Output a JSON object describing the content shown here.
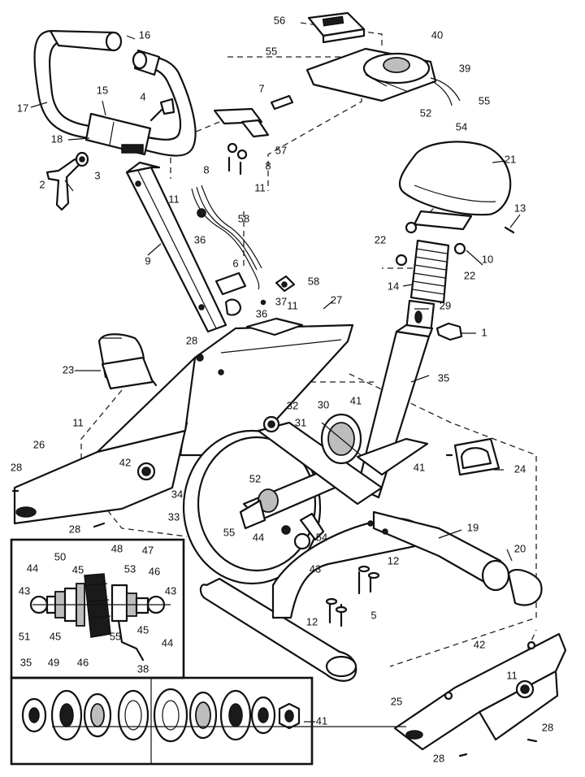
{
  "callouts": [
    {
      "id": "c1",
      "text": "1"
    },
    {
      "id": "c2",
      "text": "2"
    },
    {
      "id": "c3",
      "text": "3"
    },
    {
      "id": "c4",
      "text": "4"
    },
    {
      "id": "c5",
      "text": "5"
    },
    {
      "id": "c6",
      "text": "6"
    },
    {
      "id": "c7",
      "text": "7"
    },
    {
      "id": "c8a",
      "text": "8"
    },
    {
      "id": "c8b",
      "text": "8"
    },
    {
      "id": "c9",
      "text": "9"
    },
    {
      "id": "c10",
      "text": "10"
    },
    {
      "id": "c11a",
      "text": "11"
    },
    {
      "id": "c11b",
      "text": "11"
    },
    {
      "id": "c11c",
      "text": "11"
    },
    {
      "id": "c11d",
      "text": "11"
    },
    {
      "id": "c11e",
      "text": "11"
    },
    {
      "id": "c12a",
      "text": "12"
    },
    {
      "id": "c12b",
      "text": "12"
    },
    {
      "id": "c13",
      "text": "13"
    },
    {
      "id": "c14",
      "text": "14"
    },
    {
      "id": "c15",
      "text": "15"
    },
    {
      "id": "c16",
      "text": "16"
    },
    {
      "id": "c17",
      "text": "17"
    },
    {
      "id": "c18",
      "text": "18"
    },
    {
      "id": "c19",
      "text": "19"
    },
    {
      "id": "c20",
      "text": "20"
    },
    {
      "id": "c21",
      "text": "21"
    },
    {
      "id": "c22a",
      "text": "22"
    },
    {
      "id": "c22b",
      "text": "22"
    },
    {
      "id": "c23",
      "text": "23"
    },
    {
      "id": "c24",
      "text": "24"
    },
    {
      "id": "c25",
      "text": "25"
    },
    {
      "id": "c26",
      "text": "26"
    },
    {
      "id": "c27",
      "text": "27"
    },
    {
      "id": "c28a",
      "text": "28"
    },
    {
      "id": "c28b",
      "text": "28"
    },
    {
      "id": "c28c",
      "text": "28"
    },
    {
      "id": "c28d",
      "text": "28"
    },
    {
      "id": "c28e",
      "text": "28"
    },
    {
      "id": "c29",
      "text": "29"
    },
    {
      "id": "c30",
      "text": "30"
    },
    {
      "id": "c31",
      "text": "31"
    },
    {
      "id": "c32",
      "text": "32"
    },
    {
      "id": "c33",
      "text": "33"
    },
    {
      "id": "c34",
      "text": "34"
    },
    {
      "id": "c35a",
      "text": "35"
    },
    {
      "id": "c35b",
      "text": "35"
    },
    {
      "id": "c36a",
      "text": "36"
    },
    {
      "id": "c36b",
      "text": "36"
    },
    {
      "id": "c37",
      "text": "37"
    },
    {
      "id": "c38",
      "text": "38"
    },
    {
      "id": "c39",
      "text": "39"
    },
    {
      "id": "c40",
      "text": "40"
    },
    {
      "id": "c41a",
      "text": "41"
    },
    {
      "id": "c41b",
      "text": "41"
    },
    {
      "id": "c41c",
      "text": "41"
    },
    {
      "id": "c42a",
      "text": "42"
    },
    {
      "id": "c42b",
      "text": "42"
    },
    {
      "id": "c43a",
      "text": "43"
    },
    {
      "id": "c43b",
      "text": "43"
    },
    {
      "id": "c43c",
      "text": "43"
    },
    {
      "id": "c44a",
      "text": "44"
    },
    {
      "id": "c44b",
      "text": "44"
    },
    {
      "id": "c44c",
      "text": "44"
    },
    {
      "id": "c45a",
      "text": "45"
    },
    {
      "id": "c45b",
      "text": "45"
    },
    {
      "id": "c45c",
      "text": "45"
    },
    {
      "id": "c46a",
      "text": "46"
    },
    {
      "id": "c46b",
      "text": "46"
    },
    {
      "id": "c47",
      "text": "47"
    },
    {
      "id": "c48",
      "text": "48"
    },
    {
      "id": "c49",
      "text": "49"
    },
    {
      "id": "c50",
      "text": "50"
    },
    {
      "id": "c51",
      "text": "51"
    },
    {
      "id": "c52a",
      "text": "52"
    },
    {
      "id": "c52b",
      "text": "52"
    },
    {
      "id": "c53",
      "text": "53"
    },
    {
      "id": "c54a",
      "text": "54"
    },
    {
      "id": "c54b",
      "text": "54"
    },
    {
      "id": "c55a",
      "text": "55"
    },
    {
      "id": "c55b",
      "text": "55"
    },
    {
      "id": "c55c",
      "text": "55"
    },
    {
      "id": "c55d",
      "text": "55"
    },
    {
      "id": "c56",
      "text": "56"
    },
    {
      "id": "c57",
      "text": "57"
    },
    {
      "id": "c58a",
      "text": "58"
    },
    {
      "id": "c58b",
      "text": "58"
    }
  ]
}
